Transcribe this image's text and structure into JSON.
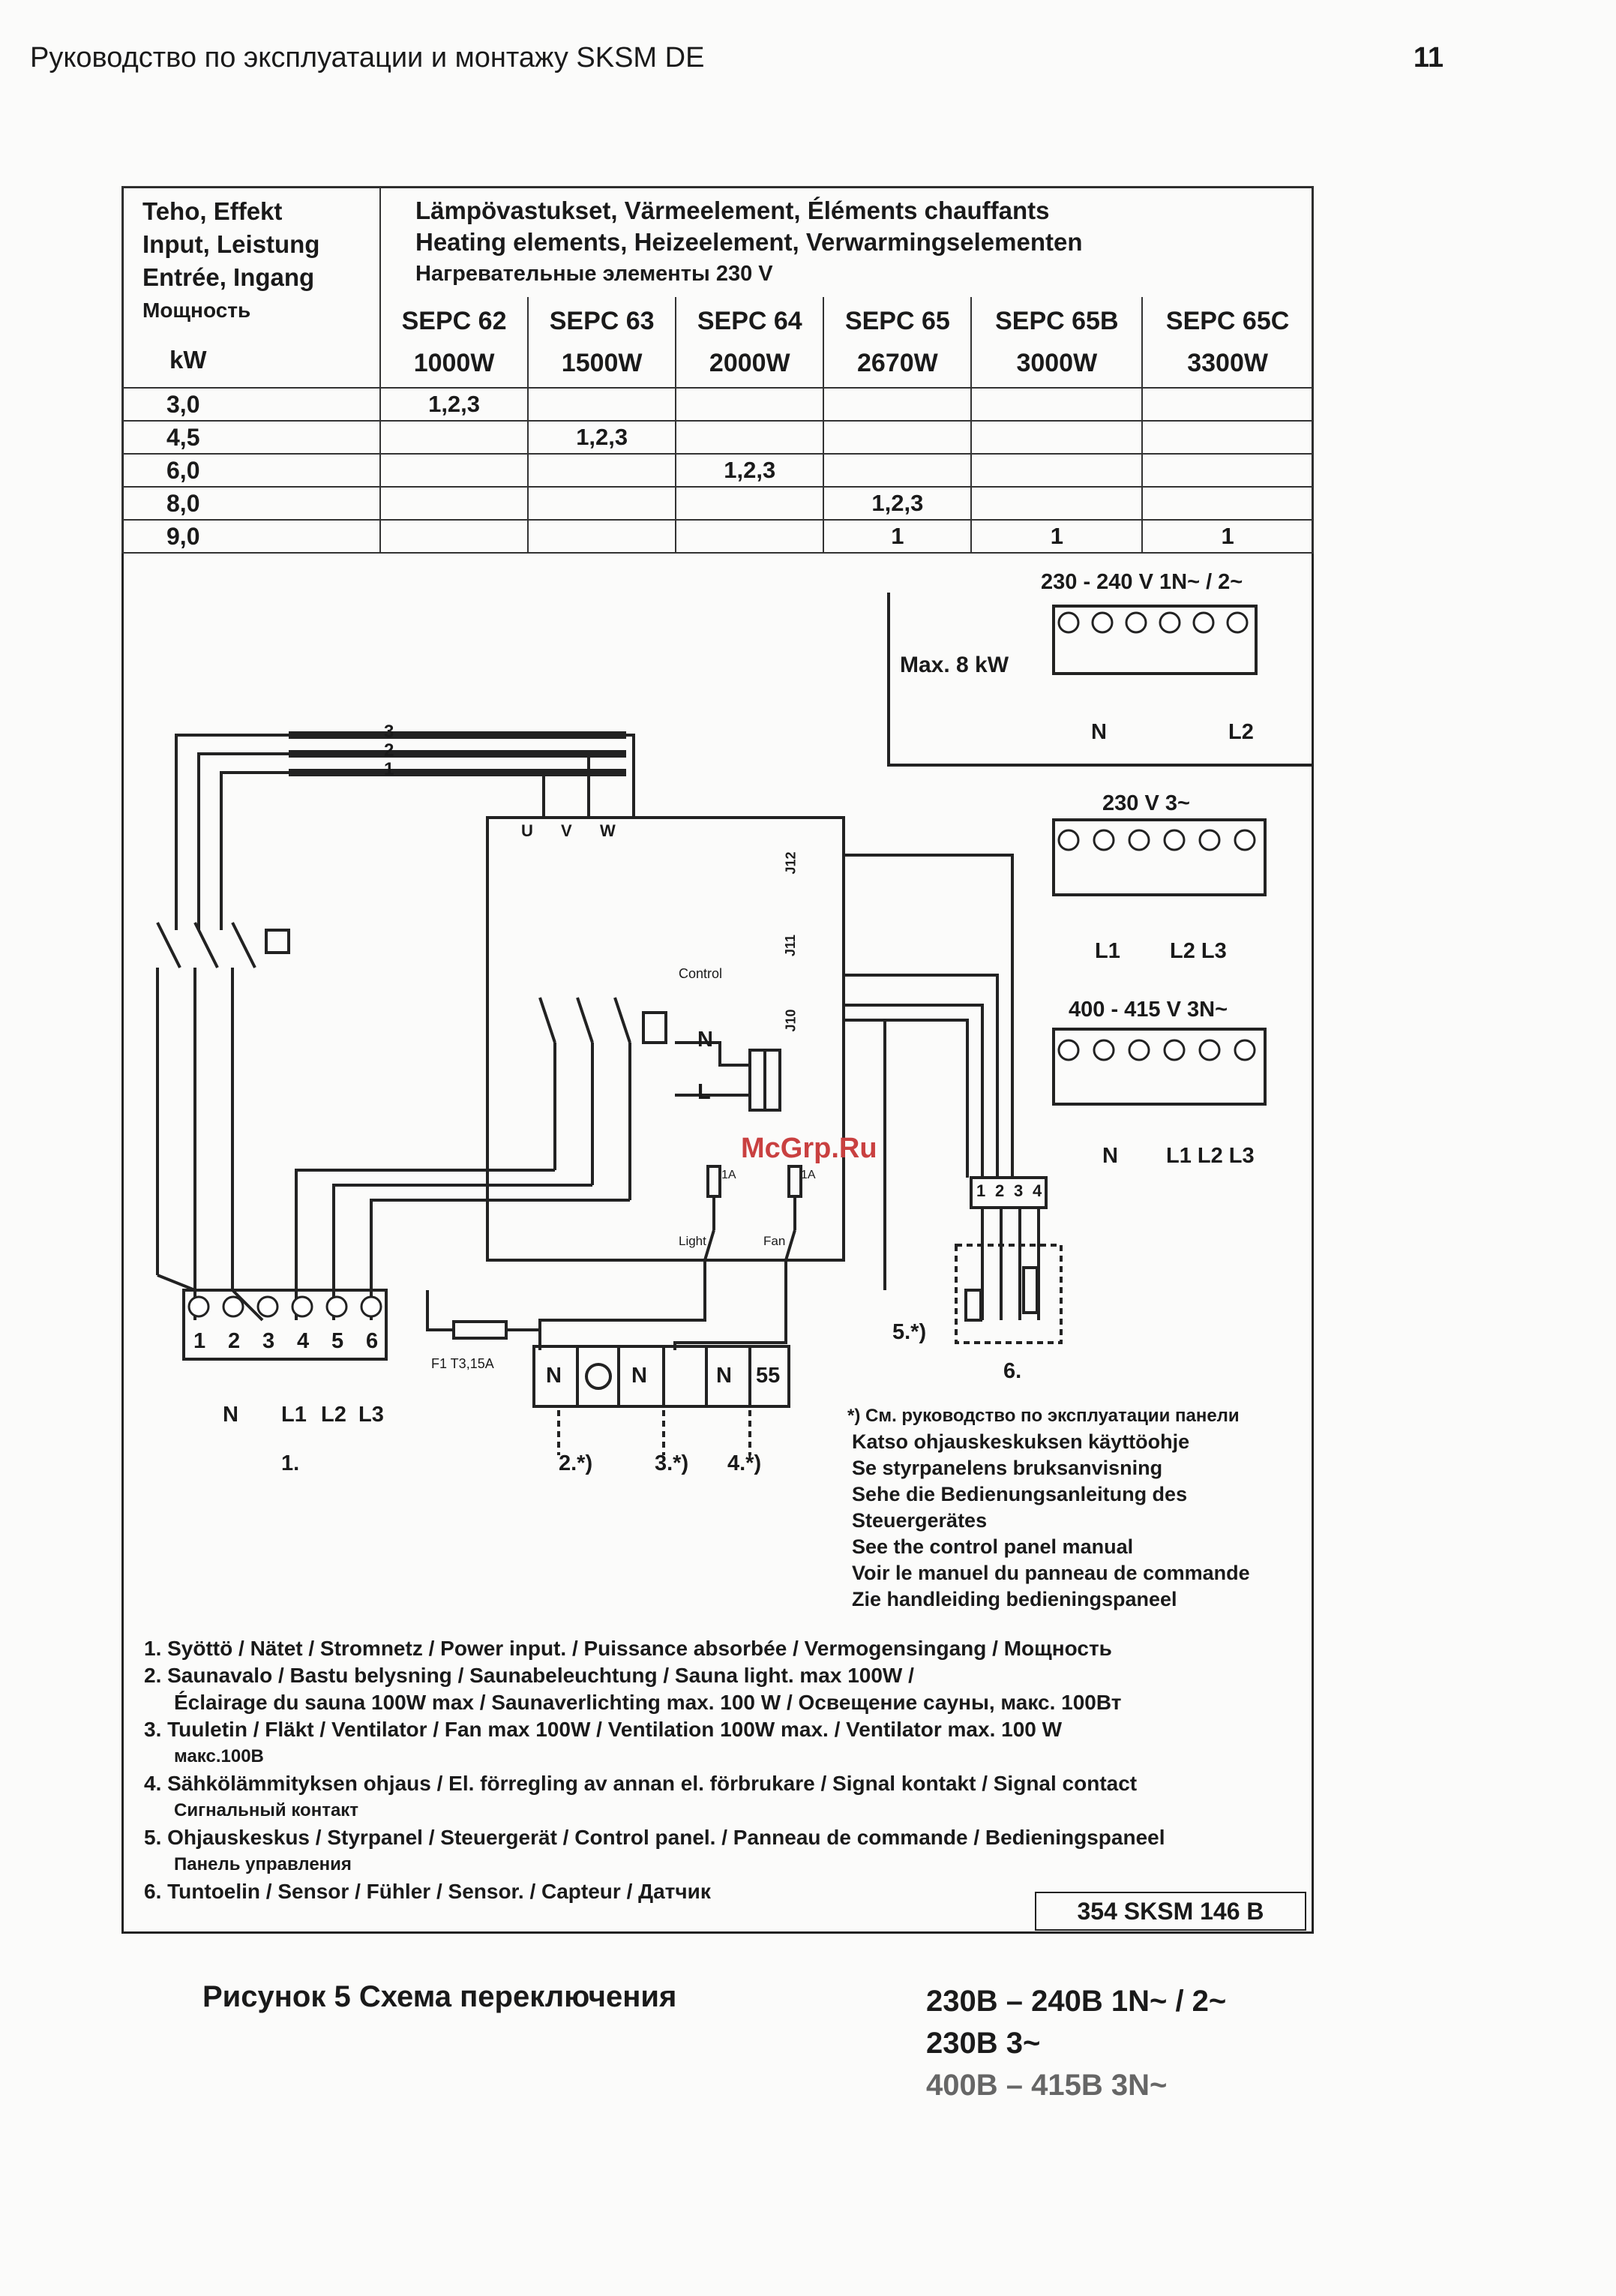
{
  "header": {
    "title": "Руководство по эксплуатации и монтажу  SKSM DE",
    "page": "11"
  },
  "table": {
    "left_head": [
      "Teho, Effekt",
      "Input, Leistung",
      "Entrée, Ingang",
      "Мощность"
    ],
    "kw_label": "kW",
    "top_head": [
      "Lämpövastukset, Värmeelement, Éléments chauffants",
      "Heating elements, Heizeelement, Verwarmingselementen",
      "Нагревательные элементы        230 V"
    ],
    "models": [
      {
        "name": "SEPC 62",
        "watt": "1000W"
      },
      {
        "name": "SEPC 63",
        "watt": "1500W"
      },
      {
        "name": "SEPC 64",
        "watt": "2000W"
      },
      {
        "name": "SEPC 65",
        "watt": "2670W"
      },
      {
        "name": "SEPC 65B",
        "watt": "3000W"
      },
      {
        "name": "SEPC 65C",
        "watt": "3300W"
      }
    ],
    "rows": [
      {
        "kw": "3,0",
        "cells": [
          "1,2,3",
          "",
          "",
          "",
          "",
          ""
        ]
      },
      {
        "kw": "4,5",
        "cells": [
          "",
          "1,2,3",
          "",
          "",
          "",
          ""
        ]
      },
      {
        "kw": "6,0",
        "cells": [
          "",
          "",
          "1,2,3",
          "",
          "",
          ""
        ]
      },
      {
        "kw": "8,0",
        "cells": [
          "",
          "",
          "",
          "1,2,3",
          "",
          ""
        ]
      },
      {
        "kw": "9,0",
        "cells": [
          "",
          "",
          "",
          "1",
          "1",
          "1"
        ]
      }
    ]
  },
  "diagram": {
    "max_box": {
      "voltage": "230 - 240 V  1N~ / 2~",
      "max": "Max. 8 kW",
      "n": "N",
      "l2": "L2"
    },
    "v230_3": {
      "title": "230 V  3~",
      "l1": "L1",
      "l2l3": "L2  L3"
    },
    "v400": {
      "title": "400 - 415 V  3N~",
      "n": "N",
      "lines": "L1  L2  L3"
    },
    "terminals": [
      "1",
      "2",
      "3",
      "4",
      "5",
      "6"
    ],
    "main_labels": {
      "n": "N",
      "l1": "L1",
      "l2": "L2",
      "l3": "L3",
      "fuse": "F1 T3,15A",
      "num1": "1.",
      "num2": "2.*)",
      "num3": "3.*)",
      "num4": "4.*)",
      "num5": "5.*)",
      "num6": "6."
    },
    "bottom_terms": [
      "N",
      "N",
      "N",
      "55"
    ],
    "board": {
      "u": "U",
      "v": "V",
      "w": "W",
      "control": "Control",
      "light": "Light",
      "fan": "Fan",
      "n": "N",
      "l": "L",
      "j10": "J10",
      "j11": "J11",
      "j12": "J12",
      "fuse": "1A"
    },
    "rails": [
      "3",
      "2",
      "1"
    ],
    "sensor_terms": [
      "1",
      "2",
      "3",
      "4"
    ]
  },
  "watermark": "McGrp.Ru",
  "note": [
    "*)  См. руководство  по эксплуатации панели",
    "Katso ohjauskeskuksen käyttöohje",
    "Se styrpanelens bruksanvisning",
    "Sehe die Bedienungsanleitung des",
    "Steuergerätes",
    "See the control panel manual",
    "Voir le manuel du panneau de commande",
    "Zie handleiding bedieningspaneel"
  ],
  "legend": [
    "1. Syöttö / Nätet / Stromnetz / Power input. / Puissance absorbée / Vermogensingang    / Мощность",
    "2. Saunavalo / Bastu belysning / Saunabeleuchtung / Sauna light.  max 100W /",
    "Éclairage du sauna 100W max / Saunaverlichting max. 100 W   / Освещение сауны, макс. 100Вт",
    "3. Tuuletin / Fläkt / Ventilator / Fan max 100W / Ventilation 100W max. / Ventilator max. 100 W",
    "макс.100В",
    "4. Sähkölämmityksen ohjaus / El. förregling av annan el. förbrukare / Signal kontakt / Signal contact",
    "Сигнальный контакт",
    "5. Ohjauskeskus / Styrpanel / Steuergerät / Control panel. / Panneau de commande / Bedieningspaneel",
    "Панель управления",
    "6. Tuntoelin / Sensor / Fühler / Sensor. / Capteur   / Датчик"
  ],
  "doc_number": "354 SKSM 146 B",
  "caption": "Рисунок 5 Схема переключения",
  "voltages": [
    "230В – 240В 1N~ / 2~",
    "230В 3~",
    "400В – 415В 3N~"
  ]
}
